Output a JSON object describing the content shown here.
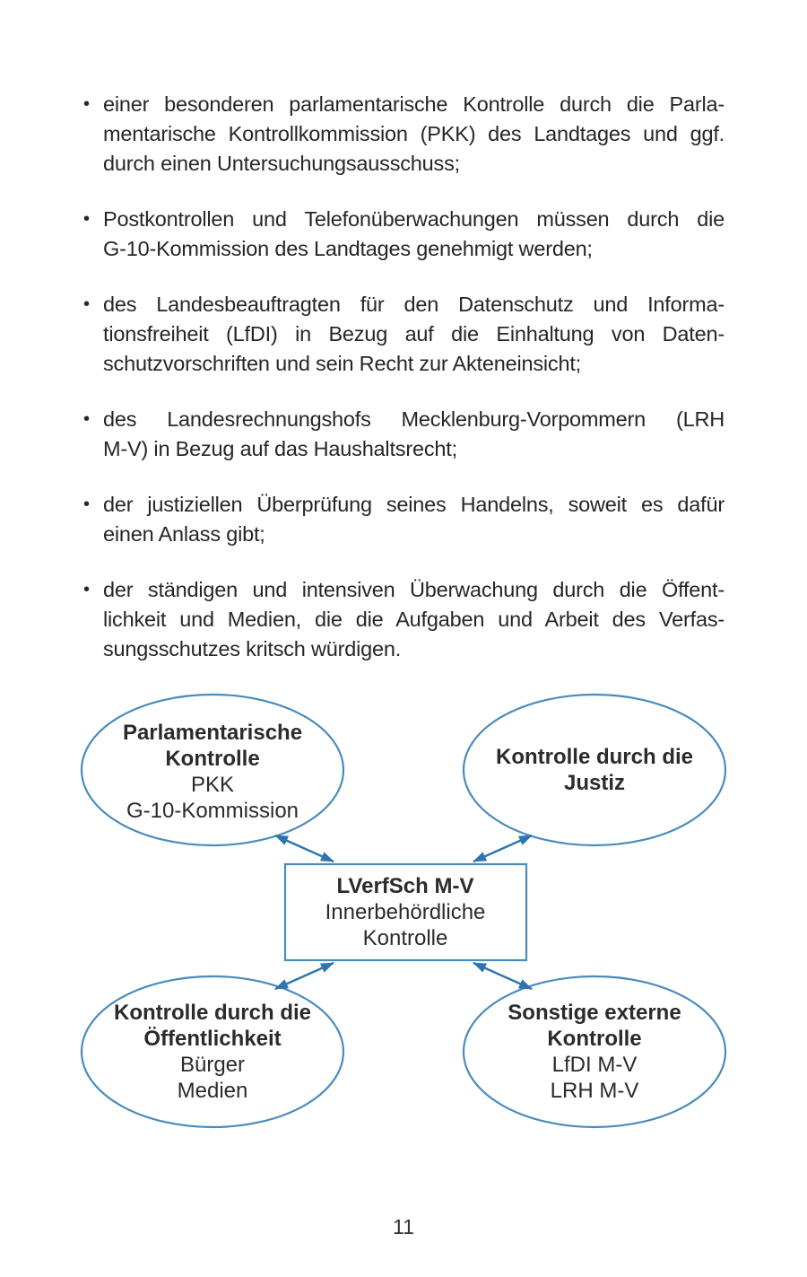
{
  "bullet_char": "•",
  "bullets": [
    {
      "lines": [
        "einer besonderen parlamentarische Kontrolle durch die Parla-",
        "mentarische Kontrollkommission (PKK) des Landtages und ggf.",
        "durch einen Untersuchungsausschuss;"
      ]
    },
    {
      "lines": [
        "Postkontrollen und Telefonüberwachungen müssen durch die",
        "G-10-Kommission des Landtages genehmigt werden;"
      ]
    },
    {
      "lines": [
        "des Landesbeauftragten für den Datenschutz und Informa-",
        "tionsfreiheit (LfDI) in Bezug auf die Einhaltung von Daten-",
        "schutzvorschriften und sein Recht zur Akteneinsicht;"
      ]
    },
    {
      "lines": [
        "des Landesrechnungshofs Mecklenburg-Vorpommern (LRH",
        "M-V) in Bezug auf das Haushaltsrecht;"
      ]
    },
    {
      "lines": [
        "der justiziellen Überprüfung seines Handelns, soweit es dafür",
        "einen Anlass gibt;"
      ]
    },
    {
      "lines": [
        "der ständigen und intensiven Überwachung durch die Öffent-",
        "lichkeit und Medien, die die Aufgaben und Arbeit des Verfas-",
        "sungsschutzes kritsch würdigen."
      ]
    }
  ],
  "diagram": {
    "colors": {
      "shape_stroke": "#4a8bbd",
      "arrow": "#2e74ae"
    },
    "nodes": {
      "parliamentary": {
        "title1": "Parlamentarische",
        "title2": "Kontrolle",
        "sub1": "PKK",
        "sub2": "G-10-Kommission"
      },
      "justice": {
        "title1": "Kontrolle durch die",
        "title2": "Justiz"
      },
      "center": {
        "title1": "LVerfSch M-V",
        "sub1": "Innerbehördliche",
        "sub2": "Kontrolle"
      },
      "public": {
        "title1": "Kontrolle durch die",
        "title2": "Öffentlichkeit",
        "sub1": "Bürger",
        "sub2": "Medien"
      },
      "external": {
        "title1": "Sonstige externe",
        "title2": "Kontrolle",
        "sub1": "LfDI M-V",
        "sub2": "LRH M-V"
      }
    }
  },
  "footer": {
    "page_number": "11"
  }
}
